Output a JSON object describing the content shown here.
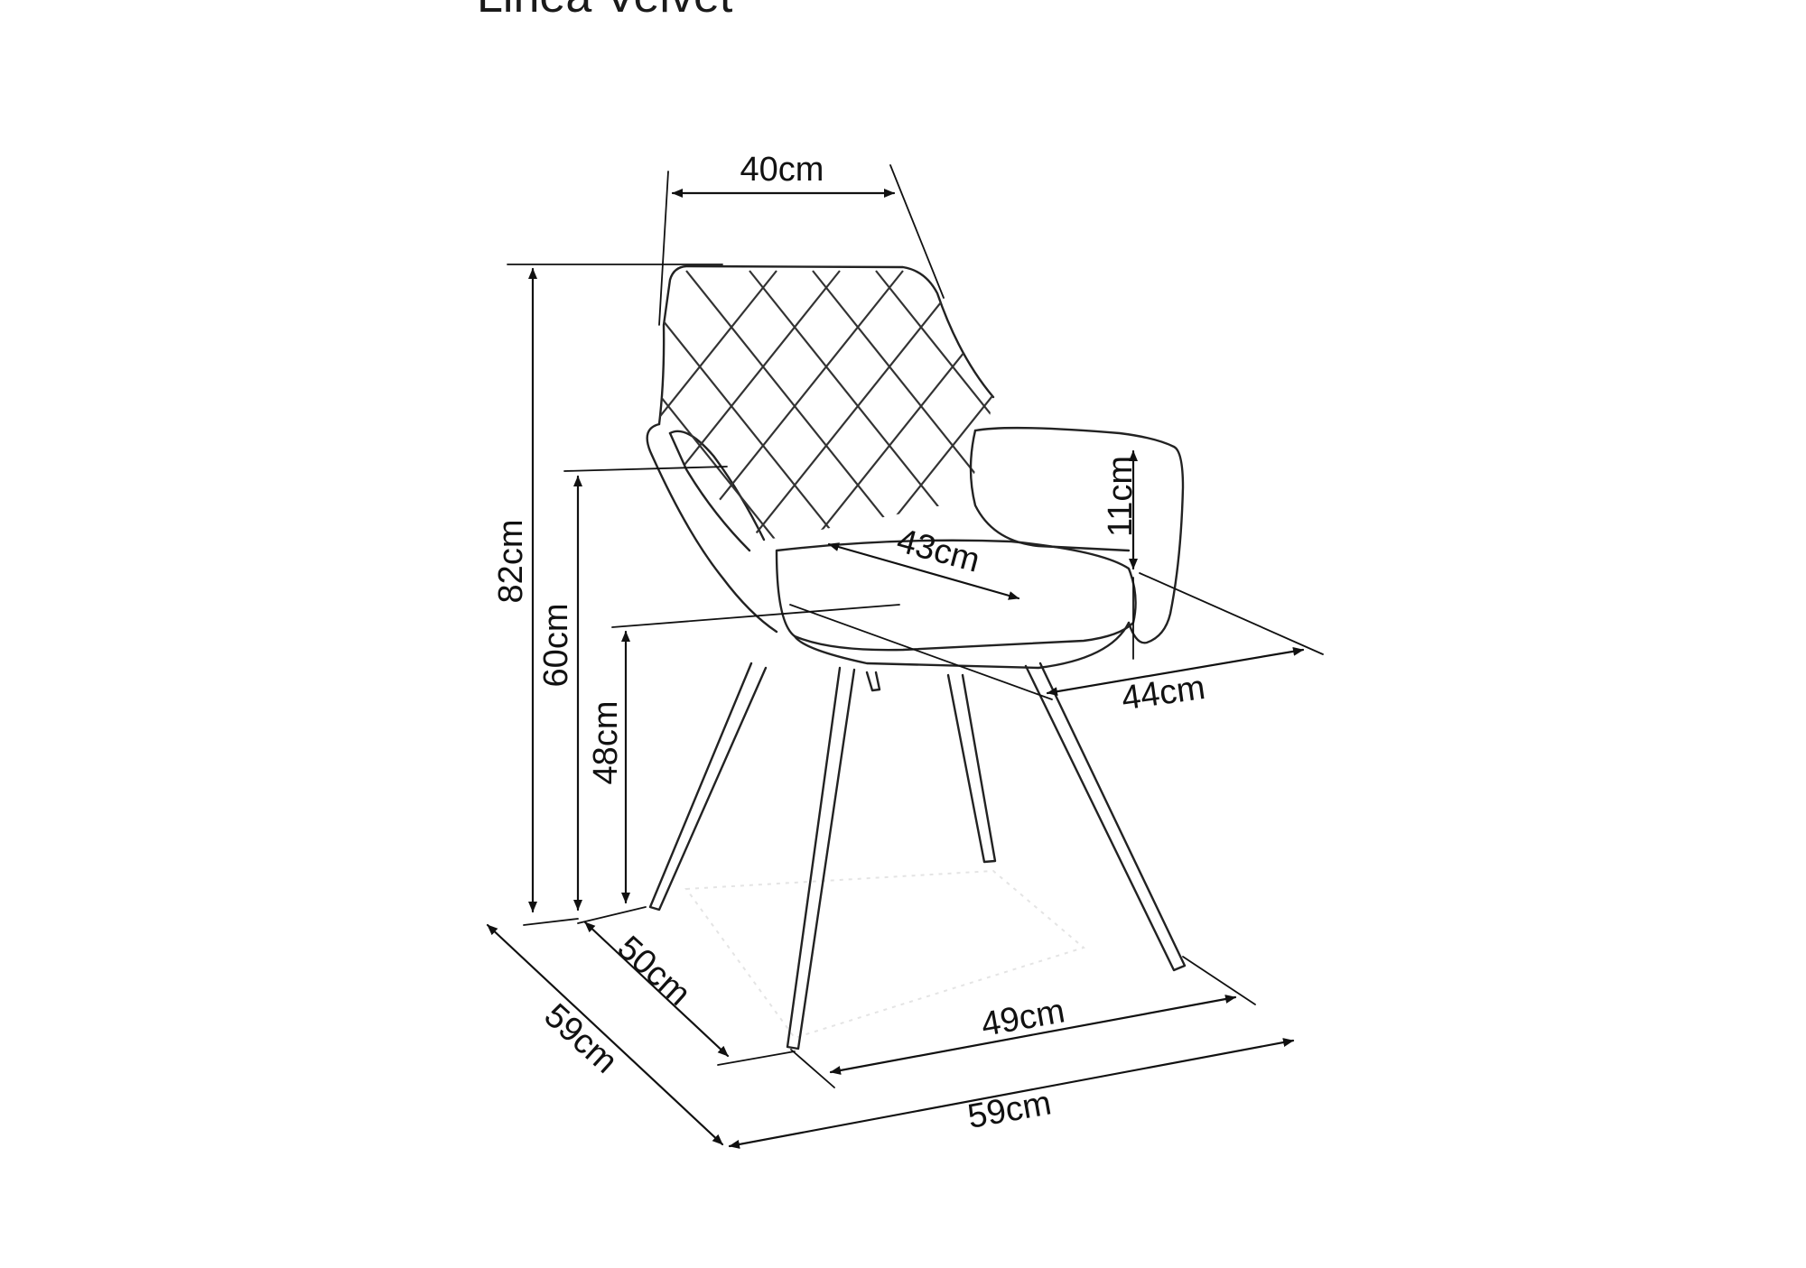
{
  "title": "Linea Velvet",
  "dimensions": {
    "top_width": "40cm",
    "total_height": "82cm",
    "armrest_height": "60cm",
    "seat_height": "48cm",
    "armrest_above_seat": "11cm",
    "seat_depth": "43cm",
    "seat_width": "44cm",
    "leg_depth": "50cm",
    "total_depth": "59cm",
    "leg_width": "49cm",
    "total_width": "59cm"
  }
}
